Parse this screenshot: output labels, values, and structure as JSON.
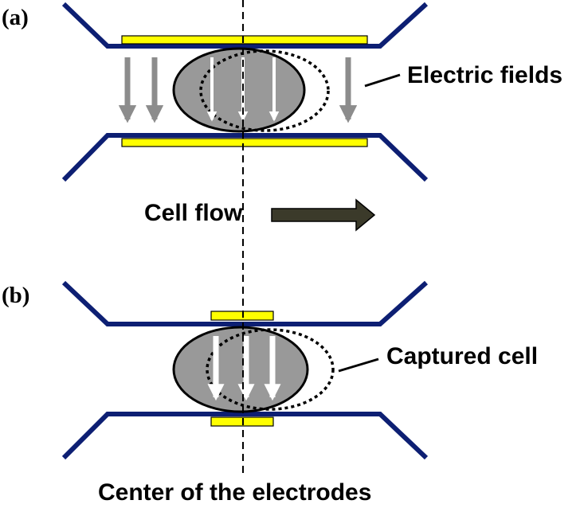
{
  "panels": {
    "a": {
      "label": "(a)",
      "annotation": "Electric fields",
      "flow_label": "Cell flow"
    },
    "b": {
      "label": "(b)",
      "annotation": "Captured cell"
    }
  },
  "center_label": "Center of the electrodes",
  "colors": {
    "channel_wall": "#0d1f73",
    "electrode": "#ffff00",
    "electrode_outline": "#000000",
    "cell_fill": "#999999",
    "field_arrow_outside": "#8c8c8c",
    "field_arrow_inside": "#ffffff",
    "flow_arrow": "#3b3a2a",
    "centerline": "#000000"
  }
}
